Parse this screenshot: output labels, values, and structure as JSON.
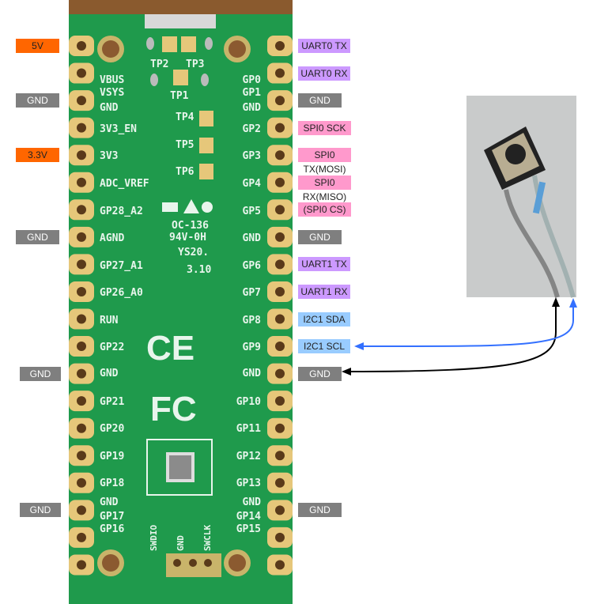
{
  "board": {
    "left_pins": [
      "VBUS",
      "VSYS",
      "GND",
      "3V3_EN",
      "3V3",
      "ADC_VREF",
      "GP28_A2",
      "AGND",
      "GP27_A1",
      "GP26_A0",
      "RUN",
      "GP22",
      "GND",
      "GP21",
      "GP20",
      "GP19",
      "GP18",
      "GND",
      "GP17",
      "GP16"
    ],
    "right_pins": [
      "GP0",
      "GP1",
      "GND",
      "GP2",
      "GP3",
      "GP4",
      "GP5",
      "GND",
      "GP6",
      "GP7",
      "GP8",
      "GP9",
      "GND",
      "GP10",
      "GP11",
      "GP12",
      "GP13",
      "GND",
      "GP14",
      "GP15"
    ],
    "test_points": [
      "TP1",
      "TP2",
      "TP3",
      "TP4",
      "TP5",
      "TP6"
    ],
    "marking_lines": [
      "OC-136",
      "94V-0H",
      "YS20.",
      "3.10"
    ],
    "debug_pins": [
      "SWDIO",
      "GND",
      "SWCLK"
    ],
    "logos": [
      "CE",
      "FC"
    ]
  },
  "left_tags": [
    {
      "label": "5V",
      "pin": 0,
      "kind": "power"
    },
    {
      "label": "GND",
      "pin": 2,
      "kind": "gnd"
    },
    {
      "label": "3.3V",
      "pin": 4,
      "kind": "power"
    },
    {
      "label": "GND",
      "pin": 7,
      "kind": "gnd"
    },
    {
      "label": "GND",
      "pin": 12,
      "kind": "gnd"
    },
    {
      "label": "GND",
      "pin": 17,
      "kind": "gnd"
    }
  ],
  "right_tags": [
    {
      "label": "UART0 TX",
      "pin": 0,
      "kind": "uart"
    },
    {
      "label": "UART0 RX",
      "pin": 1,
      "kind": "uart"
    },
    {
      "label": "GND",
      "pin": 2,
      "kind": "gnd"
    },
    {
      "label": "SPI0 SCK",
      "pin": 3,
      "kind": "spi"
    },
    {
      "label": "SPI0 TX(MOSI)",
      "pin": 4,
      "kind": "spi"
    },
    {
      "label": "SPI0 RX(MISO)",
      "pin": 5,
      "kind": "spi"
    },
    {
      "label": "(SPI0 CS)",
      "pin": 6,
      "kind": "spi"
    },
    {
      "label": "GND",
      "pin": 7,
      "kind": "gnd"
    },
    {
      "label": "UART1 TX",
      "pin": 8,
      "kind": "uart"
    },
    {
      "label": "UART1 RX",
      "pin": 9,
      "kind": "uart"
    },
    {
      "label": "I2C1 SDA",
      "pin": 10,
      "kind": "i2c"
    },
    {
      "label": "I2C1 SCL",
      "pin": 11,
      "kind": "i2c"
    },
    {
      "label": "GND",
      "pin": 12,
      "kind": "gnd"
    },
    {
      "label": "GND",
      "pin": 17,
      "kind": "gnd"
    }
  ],
  "colors": {
    "power": "#ff6600",
    "gnd": "#7f7f7f",
    "uart": "#cc99ff",
    "spi": "#ff99cc",
    "i2c": "#99ccff",
    "pcb": "#1f9a4c",
    "gold": "#e6c77a",
    "wire_gnd": "#000000",
    "wire_scl": "#3370ff"
  },
  "connections": [
    {
      "from": "button-wire-black",
      "to": "GND",
      "color": "#000000"
    },
    {
      "from": "button-wire-resistor",
      "to": "I2C1 SCL",
      "color": "#3370ff"
    }
  ]
}
